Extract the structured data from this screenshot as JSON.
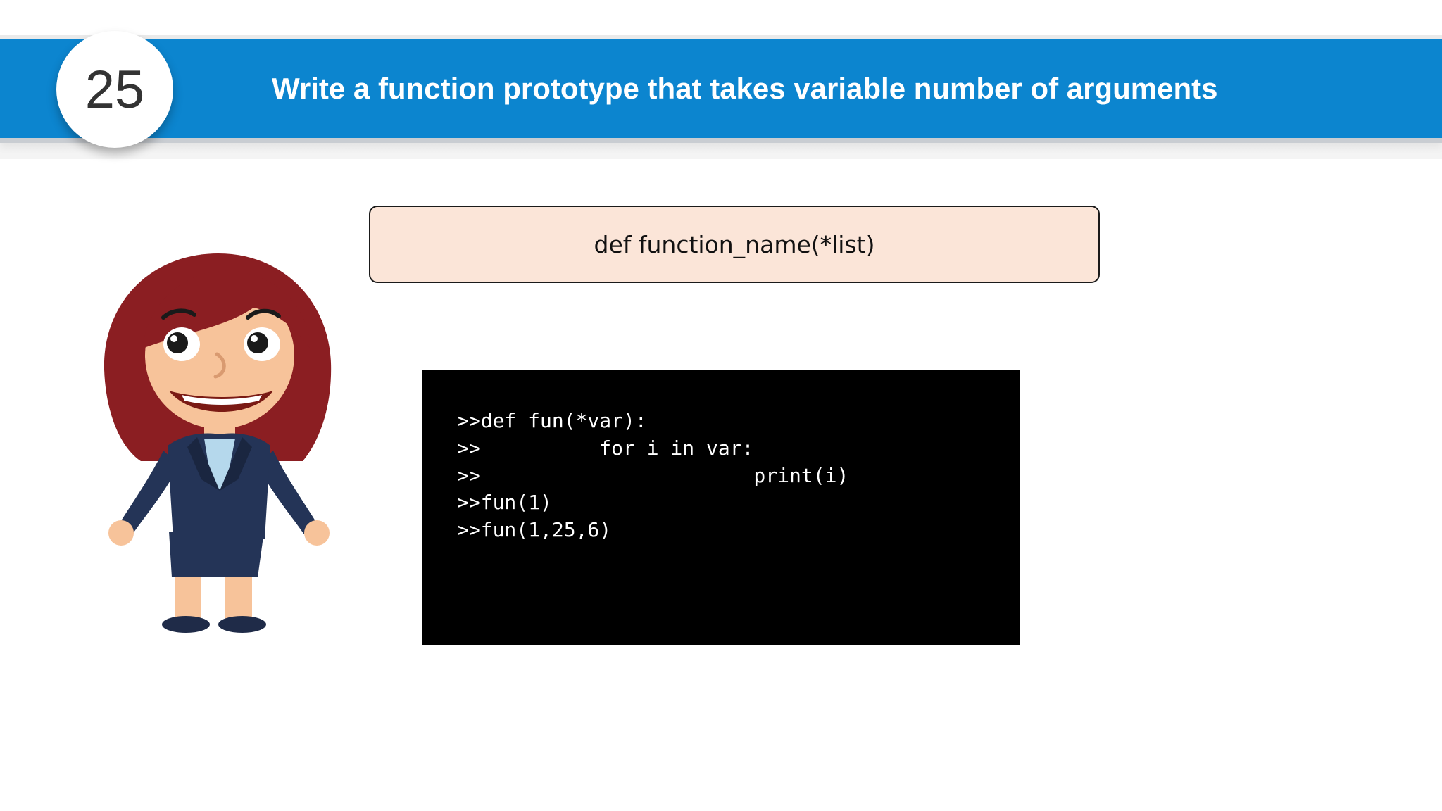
{
  "slide": {
    "number": "25",
    "title": "Write a function prototype that takes variable number of arguments",
    "prototype": "def function_name(*list)",
    "code_lines": [
      ">>def fun(*var):",
      ">>          for i in var:",
      ">>                       print(i)",
      ">>fun(1)",
      ">>fun(1,25,6)"
    ]
  },
  "colors": {
    "banner": "#0c85cf",
    "prototype_box": "#fbe5d8",
    "code_background": "#000000"
  }
}
